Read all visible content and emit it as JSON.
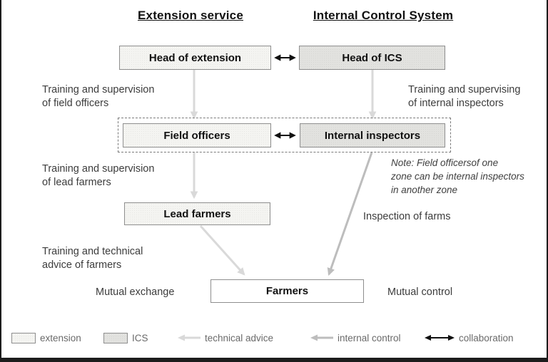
{
  "titles": {
    "left": "Extension service",
    "right": "Internal Control System"
  },
  "nodes": {
    "head_extension": "Head of extension",
    "head_ics": "Head of ICS",
    "field_officers": "Field officers",
    "internal_inspectors": "Internal inspectors",
    "lead_farmers": "Lead farmers",
    "farmers": "Farmers"
  },
  "labels": {
    "training_field_officers": "Training and supervision\nof field officers",
    "training_internal_inspectors": "Training and supervising\nof internal inspectors",
    "training_lead_farmers": "Training and supervision\nof lead farmers",
    "note": "Note: Field officersof one\nzone can be internal inspectors\nin another zone",
    "inspection_of_farms": "Inspection of farms",
    "training_farmers": "Training and technical\nadvice of farmers",
    "mutual_exchange": "Mutual exchange",
    "mutual_control": "Mutual control"
  },
  "edges": [
    {
      "from": "head_extension",
      "to": "head_ics",
      "type": "collaboration"
    },
    {
      "from": "field_officers",
      "to": "internal_inspectors",
      "type": "collaboration"
    },
    {
      "from": "head_extension",
      "to": "field_officers",
      "type": "technical_advice"
    },
    {
      "from": "head_ics",
      "to": "internal_inspectors",
      "type": "technical_advice"
    },
    {
      "from": "field_officers",
      "to": "lead_farmers",
      "type": "technical_advice"
    },
    {
      "from": "lead_farmers",
      "to": "farmers",
      "type": "technical_advice"
    },
    {
      "from": "internal_inspectors",
      "to": "farmers",
      "type": "internal_control"
    }
  ],
  "legend": {
    "items": [
      {
        "kind": "swatch-extension",
        "label": "extension"
      },
      {
        "kind": "swatch-ics",
        "label": "ICS"
      },
      {
        "kind": "arrow-technical-advice",
        "label": "technical advice"
      },
      {
        "kind": "arrow-internal-control",
        "label": "internal control"
      },
      {
        "kind": "arrow-collaboration",
        "label": "collaboration"
      }
    ]
  },
  "colors": {
    "extension_fill": "#f4f4f1",
    "ics_fill": "#e2e2df",
    "box_border": "#8e8e8e",
    "technical_advice_arrow": "#d9d9d9",
    "internal_control_arrow": "#bdbdbd",
    "collaboration_arrow": "#111111",
    "frame_border": "#1c1c1c",
    "label_text": "#3c3c3c",
    "legend_text": "#6a6a6a"
  }
}
